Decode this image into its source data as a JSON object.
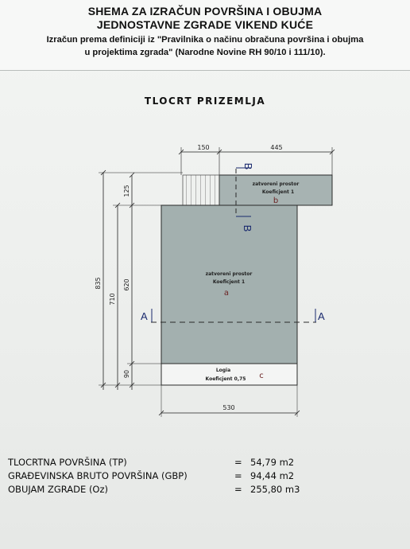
{
  "header": {
    "title_line1": "SHEMA ZA IZRAČUN POVRŠINA I OBUJMA",
    "title_line2": "JEDNOSTAVNE  ZGRADE VIKEND KUĆE",
    "subtitle_line1": "Izračun prema definiciji iz \"Pravilnika o načinu obračuna površina i obujma",
    "subtitle_line2": "u projektima zgrada\" (Narodne Novine RH 90/10  i  111/10)."
  },
  "plan": {
    "title": "TLOCRT  PRIZEMLJA",
    "dims": {
      "top_left": "150",
      "top_right": "445",
      "left_835": "835",
      "left_710": "710",
      "left_125": "125",
      "left_620": "620",
      "left_90": "90",
      "bottom": "530"
    },
    "sections": {
      "a_left": "A",
      "a_right": "A",
      "b_top": "B",
      "b_bottom": "B"
    },
    "rooms": {
      "b_line1": "zatvoreni prostor",
      "b_line2": "Koeficjent  1",
      "b_letter": "b",
      "a_line1": "zatvoreni prostor",
      "a_line2": "Koeficjent  1",
      "a_letter": "a",
      "c_line1": "Logia",
      "c_line2": "Koeficjent  0,75",
      "c_letter": "c"
    },
    "colors": {
      "fill_a": "#a3b0af",
      "fill_b": "#a7b3b2",
      "line": "#2a2a2a",
      "section_blue": "#1a2a6e"
    }
  },
  "results": {
    "rows": [
      {
        "label": "TLOCRTNA POVRŠINA   (TP)",
        "eq": "=",
        "value": "54,79 m2"
      },
      {
        "label": "GRAĐEVINSKA BRUTO POVRŠINA (GBP)",
        "eq": "=",
        "value": "94,44 m2"
      },
      {
        "label": " OBUJAM ZGRADE  (Oz)",
        "eq": "=",
        "value": "255,80 m3"
      }
    ]
  }
}
